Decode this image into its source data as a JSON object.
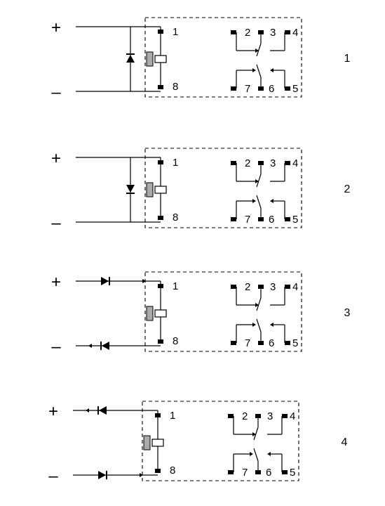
{
  "diagrams": [
    {
      "index_label": "1",
      "variant": "parallel-diode-cathode-up",
      "supply": {
        "plus": "+",
        "minus": "–"
      },
      "coil_pins": {
        "top": "1",
        "bottom": "8"
      },
      "contacts": {
        "upper": [
          "2",
          "3",
          "4"
        ],
        "lower": [
          "7",
          "6",
          "5"
        ]
      }
    },
    {
      "index_label": "2",
      "variant": "parallel-diode-cathode-down",
      "supply": {
        "plus": "+",
        "minus": "–"
      },
      "coil_pins": {
        "top": "1",
        "bottom": "8"
      },
      "contacts": {
        "upper": [
          "2",
          "3",
          "4"
        ],
        "lower": [
          "7",
          "6",
          "5"
        ]
      }
    },
    {
      "index_label": "3",
      "variant": "series-diodes-forward",
      "supply": {
        "plus": "+",
        "minus": "–"
      },
      "coil_pins": {
        "top": "1",
        "bottom": "8"
      },
      "contacts": {
        "upper": [
          "2",
          "3",
          "4"
        ],
        "lower": [
          "7",
          "6",
          "5"
        ]
      }
    },
    {
      "index_label": "4",
      "variant": "series-diodes-reverse",
      "supply": {
        "plus": "+",
        "minus": "–"
      },
      "coil_pins": {
        "top": "1",
        "bottom": "8"
      },
      "contacts": {
        "upper": [
          "2",
          "3",
          "4"
        ],
        "lower": [
          "7",
          "6",
          "5"
        ]
      }
    }
  ],
  "colors": {
    "line": "#000000",
    "coil_fill": "#aaaaaa",
    "background": "#ffffff"
  }
}
